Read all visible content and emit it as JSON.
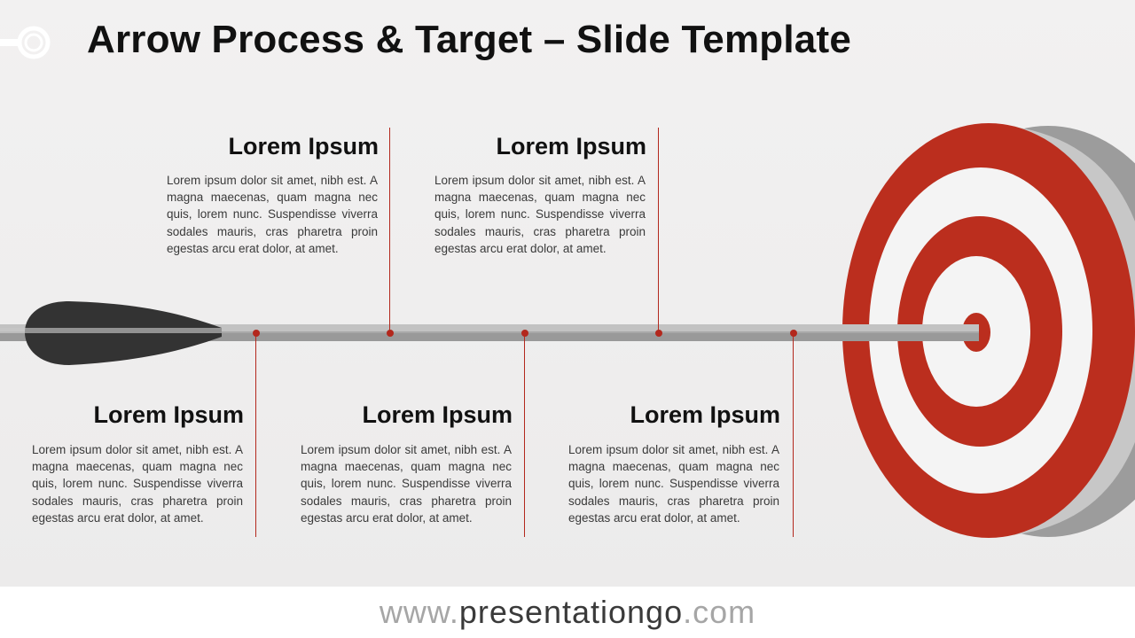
{
  "title": "Arrow Process & Target – Slide Template",
  "colors": {
    "accent": "#b3281d",
    "target_red": "#bb2e1e",
    "shaft": "#a8a8a8",
    "fletching": "#333333"
  },
  "steps": [
    {
      "heading": "Lorem Ipsum",
      "text": "Lorem ipsum dolor sit amet, nibh est. A magna maecenas, quam magna nec quis, lorem nunc. Suspendisse viverra sodales mauris, cras pharetra proin egestas arcu erat dolor, at amet."
    },
    {
      "heading": "Lorem Ipsum",
      "text": "Lorem ipsum dolor sit amet, nibh est. A magna maecenas, quam magna nec quis, lorem nunc. Suspendisse viverra sodales mauris, cras pharetra proin egestas arcu erat dolor, at amet."
    },
    {
      "heading": "Lorem Ipsum",
      "text": "Lorem ipsum dolor sit amet, nibh est. A magna maecenas, quam magna nec quis, lorem nunc. Suspendisse viverra sodales mauris, cras pharetra proin egestas arcu erat dolor, at amet."
    },
    {
      "heading": "Lorem Ipsum",
      "text": "Lorem ipsum dolor sit amet, nibh est. A magna maecenas, quam magna nec quis, lorem nunc. Suspendisse viverra sodales mauris, cras pharetra proin egestas arcu erat dolor, at amet."
    },
    {
      "heading": "Lorem Ipsum",
      "text": "Lorem ipsum dolor sit amet, nibh est. A magna maecenas, quam magna nec quis, lorem nunc. Suspendisse viverra sodales mauris, cras pharetra proin egestas arcu erat dolor, at amet."
    }
  ],
  "footer": {
    "prefix": "www.",
    "brand": "presentationgo",
    "suffix": ".com"
  }
}
